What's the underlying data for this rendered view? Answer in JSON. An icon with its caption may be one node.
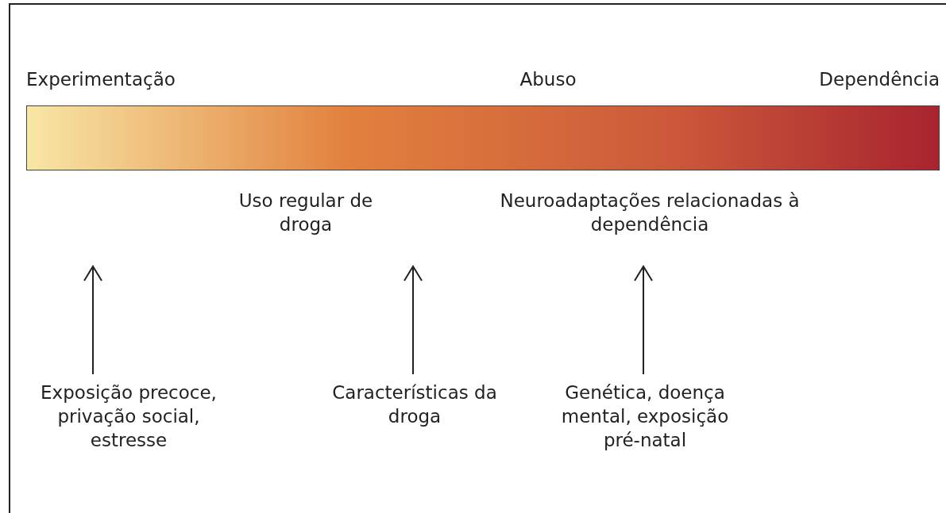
{
  "diagram": {
    "nodes": [
      {
        "text": [],
        "shape": "bar"
      },
      {
        "text": [
          "Exposição precoce, privação social, estresse"
        ]
      },
      {
        "text": [
          "Características da droga"
        ]
      },
      {
        "text": [
          "Genética, doença mental, exposição pré-natal"
        ]
      }
    ],
    "edges": [
      {
        "from": 1,
        "to": null,
        "arrow": "to"
      },
      {
        "from": 2,
        "to": null,
        "arrow": "to"
      },
      {
        "from": 3,
        "to": null,
        "arrow": "to"
      }
    ],
    "labels": [
      "Experimentação",
      "Abuso",
      "Dependência",
      "Uso regular de droga",
      "Neuroadaptações relacionadas à dependência"
    ]
  }
}
